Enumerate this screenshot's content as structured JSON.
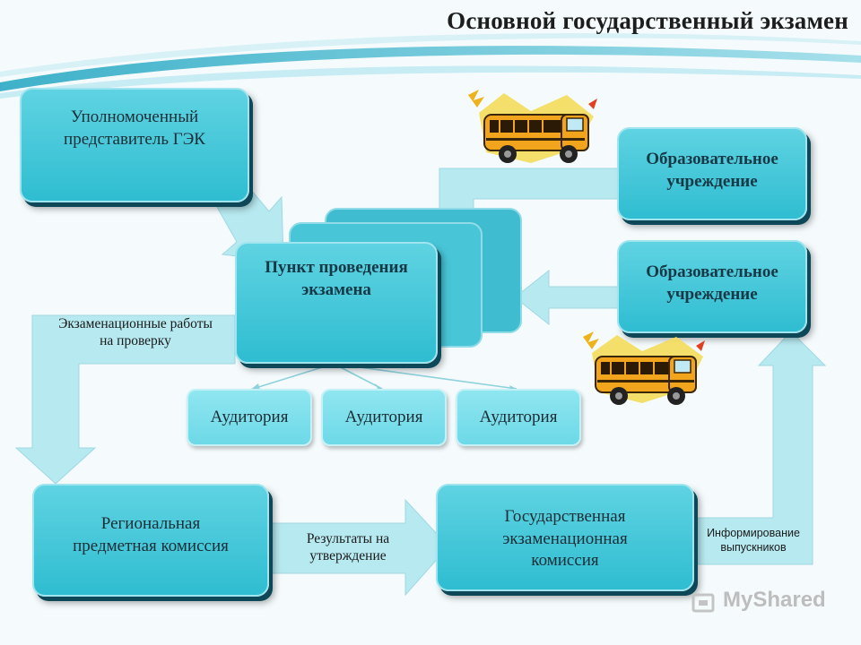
{
  "title": "Основной государственный экзамен",
  "boxes": {
    "gek_rep": "Уполномоченный\nпредставитель ГЭК",
    "exam_point": "Пункт проведения\nэкзамена",
    "edu_1": "Образовательное\nучреждение",
    "edu_2": "Образовательное\nучреждение",
    "regional": "Региональная\nпредметная комиссия",
    "state_commission": "Государственная\nэкзаменационная\nкомиссия"
  },
  "auditoriums": [
    "Аудитория",
    "Аудитория",
    "Аудитория"
  ],
  "arrow_labels": {
    "exam_works": "Экзаменационные работы\nна проверку",
    "results": "Результаты на\nутверждение",
    "informing": "Информирование\nвыпускников"
  },
  "watermark": "MyShared",
  "colors": {
    "box": "#3fc4d6",
    "arrow": "#b4e8ef",
    "bus": "#f2a51c"
  }
}
